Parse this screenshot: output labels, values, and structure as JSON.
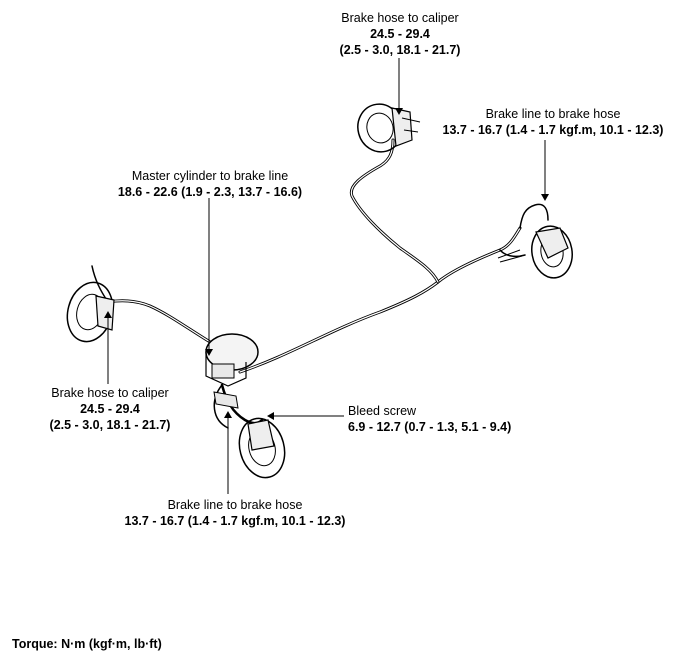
{
  "callouts": {
    "rear_right_hose_caliper": {
      "title": "Brake hose to caliper",
      "value": "24.5 - 29.4",
      "value2": "(2.5 - 3.0, 18.1 - 21.7)"
    },
    "rear_right_line_hose": {
      "title": "Brake line to brake hose",
      "value": "13.7 - 16.7 (1.4 - 1.7 kgf.m, 10.1 - 12.3)"
    },
    "master_cylinder_line": {
      "title": "Master cylinder to brake line",
      "value": "18.6 - 22.6 (1.9 - 2.3, 13.7 - 16.6)"
    },
    "front_left_hose_caliper": {
      "title": "Brake hose to caliper",
      "value": "24.5 - 29.4",
      "value2": "(2.5 - 3.0, 18.1 - 21.7)"
    },
    "bleed_screw": {
      "title": "Bleed screw",
      "value": "6.9 - 12.7 (0.7 - 1.3, 5.1 - 9.4)"
    },
    "front_right_line_hose": {
      "title": "Brake line to brake hose",
      "value": "13.7 - 16.7 (1.4 - 1.7 kgf.m, 10.1 - 12.3)"
    }
  },
  "footer": {
    "torque_note": "Torque: N·m (kgf·m, lb·ft)"
  }
}
